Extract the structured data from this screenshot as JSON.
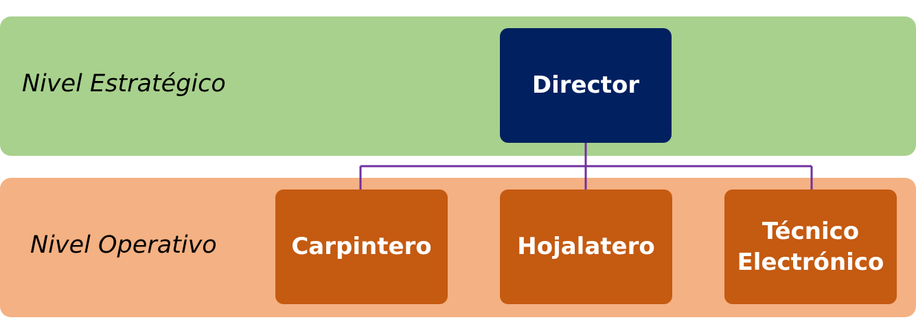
{
  "bands": {
    "strategic": {
      "label": "Nivel Estratégico",
      "color": "#a8d18d"
    },
    "operative": {
      "label": "Nivel Operativo",
      "color": "#f4b183"
    }
  },
  "nodes": {
    "director": {
      "label": "Director",
      "color": "#002060"
    },
    "carpintero": {
      "label": "Carpintero",
      "color": "#c55a11"
    },
    "hojalatero": {
      "label": "Hojalatero",
      "color": "#c55a11"
    },
    "tecnico": {
      "label": "Técnico Electrónico",
      "color": "#c55a11"
    }
  },
  "connector_color": "#7030a0"
}
